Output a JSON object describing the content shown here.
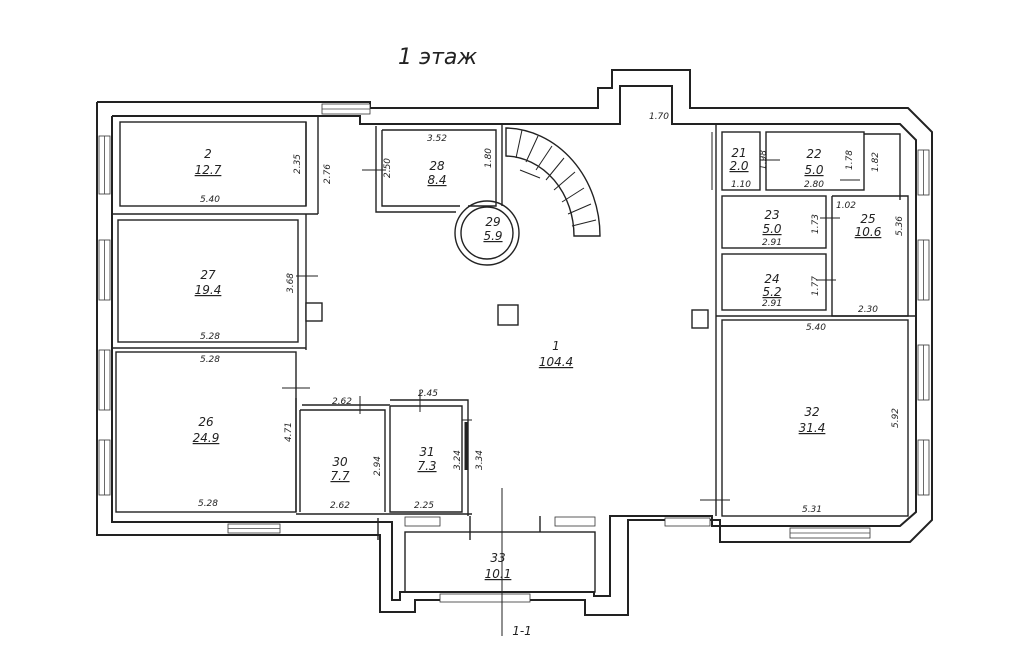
{
  "title": "1 этаж",
  "section_label": "1-1",
  "rooms": [
    {
      "id": "room-1",
      "number": "1",
      "area": "104.4"
    },
    {
      "id": "room-2",
      "number": "2",
      "area": "12.7"
    },
    {
      "id": "room-21",
      "number": "21",
      "area": "2.0"
    },
    {
      "id": "room-22",
      "number": "22",
      "area": "5.0"
    },
    {
      "id": "room-23",
      "number": "23",
      "area": "5.0"
    },
    {
      "id": "room-24",
      "number": "24",
      "area": "5.2"
    },
    {
      "id": "room-25",
      "number": "25",
      "area": "10.6"
    },
    {
      "id": "room-26",
      "number": "26",
      "area": "24.9"
    },
    {
      "id": "room-27",
      "number": "27",
      "area": "19.4"
    },
    {
      "id": "room-28",
      "number": "28",
      "area": "8.4"
    },
    {
      "id": "room-29",
      "number": "29",
      "area": "5.9"
    },
    {
      "id": "room-30",
      "number": "30",
      "area": "7.7"
    },
    {
      "id": "room-31",
      "number": "31",
      "area": "7.3"
    },
    {
      "id": "room-32",
      "number": "32",
      "area": "31.4"
    },
    {
      "id": "room-33",
      "number": "33",
      "area": "10.1"
    }
  ],
  "dimensions": [
    "1.70",
    "3.52",
    "2.50",
    "1.80",
    "2.35",
    "2.76",
    "5.40",
    "3.68",
    "5.28",
    "5.28",
    "4.71",
    "5.28",
    "2.62",
    "2.45",
    "2.94",
    "3.24",
    "3.34",
    "2.62",
    "2.25",
    "1.98",
    "1.10",
    "2.80",
    "1.78",
    "1.82",
    "1.02",
    "1.73",
    "2.91",
    "5.36",
    "1.77",
    "2.91",
    "2.30",
    "5.40",
    "5.92",
    "5.31"
  ]
}
